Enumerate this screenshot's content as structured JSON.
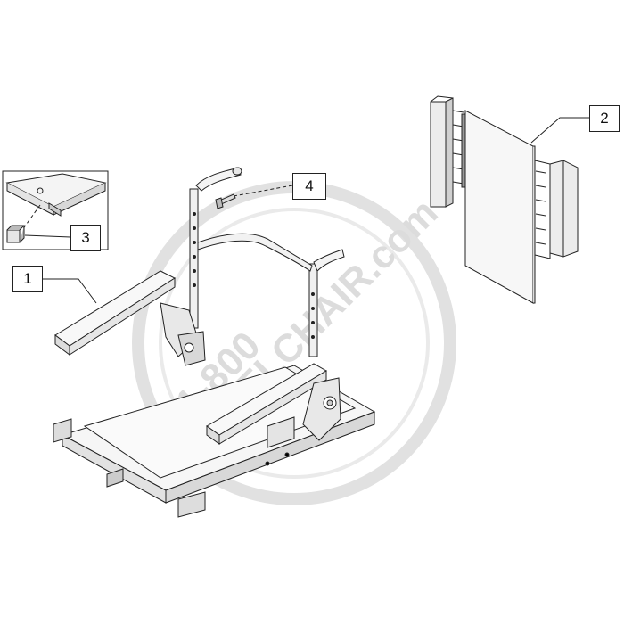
{
  "callouts": {
    "one": "1",
    "two": "2",
    "three": "3",
    "four": "4"
  },
  "watermark": {
    "line1": "1-800",
    "line2": "WHEELCHAIR.com"
  },
  "colors": {
    "line": "#222222",
    "fill_light": "#f4f4f4",
    "fill_mid": "#d6d6d6",
    "watermark": "#dcdcdc"
  }
}
